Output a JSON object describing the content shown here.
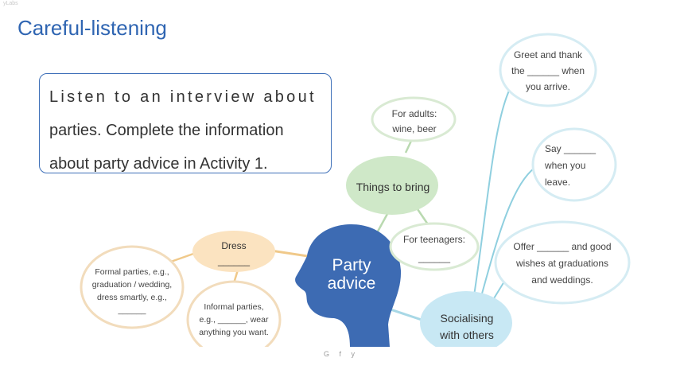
{
  "watermark": "yLabs",
  "title": "Careful-listening",
  "instruction": {
    "line1": "Listen to an interview about",
    "line2": "parties. Complete the information",
    "line3": "about party advice in Activity 1."
  },
  "map": {
    "center": {
      "line1": "Party",
      "line2": "advice"
    },
    "things_to_bring": "Things to bring",
    "for_adults": {
      "line1": "For adults:",
      "line2": "wine, beer"
    },
    "for_teenagers": {
      "line1": "For teenagers:",
      "line2": "______"
    },
    "dress": {
      "label": "Dress",
      "blank": "______"
    },
    "formal": {
      "line1": "Formal parties, e.g.,",
      "line2": "graduation / wedding,",
      "line3": "dress smartly, e.g.,",
      "line4": "______"
    },
    "informal": {
      "line1": "Informal parties,",
      "line2": "e.g., ______, wear",
      "line3": "anything you want."
    },
    "socialising": {
      "line1": "Socialising",
      "line2": "with others"
    },
    "greet": {
      "line1": "Greet and thank",
      "line2": "the ______ when",
      "line3": "you arrive."
    },
    "say": {
      "line1": "Say ______",
      "line2": "when you",
      "line3": "leave."
    },
    "offer": {
      "line1": "Offer ______ and good",
      "line2": "wishes at graduations",
      "line3": "and weddings."
    }
  },
  "footer": {
    "social_icons": "G f y"
  },
  "colors": {
    "title": "#2f65b2",
    "head": "#3d6bb3",
    "things_to_bring": "#cfe8c8",
    "dress": "#fbe3c0",
    "socialising": "#c8e8f4"
  }
}
